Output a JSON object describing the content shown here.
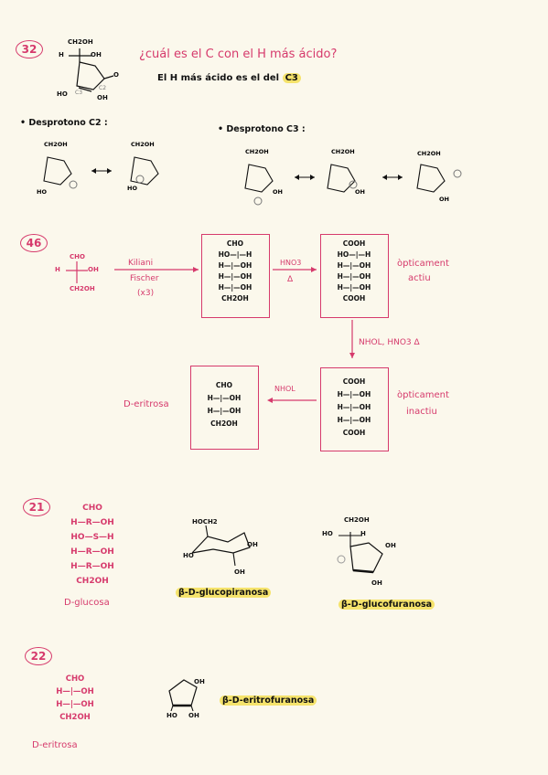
{
  "p32": {
    "number": "32",
    "question": "¿cuál es el C con el H más ácido?",
    "answer_prefix": "El H más ácido es el del",
    "answer_highlight": "C3",
    "mol_labels": {
      "ch2oh": "CH2OH",
      "h": "H",
      "oh": "OH",
      "ho": "HO",
      "c2": "C2",
      "c3": "C3",
      "o": "O"
    },
    "deprot_c2": "• Desprotono C2 :",
    "deprot_c3": "• Desprotono C3 :"
  },
  "p46": {
    "number": "46",
    "start": {
      "top": "CHO",
      "left": "H",
      "right": "OH",
      "bottom": "CH2OH"
    },
    "arrow1_label": [
      "Kiliani",
      "Fischer",
      "(x3)"
    ],
    "box1": [
      "CHO",
      "HO—|—H",
      "H—|—OH",
      "H—|—OH",
      "H—|—OH",
      "CH2OH"
    ],
    "arrow2_label": [
      "HNO3",
      "Δ"
    ],
    "box2": [
      "COOH",
      "HO—|—H",
      "H—|—OH",
      "H—|—OH",
      "H—|—OH",
      "COOH"
    ],
    "box2_note": [
      "òpticament",
      "actiu"
    ],
    "arrow3_label": "NHOL, HNO3 Δ",
    "box3": [
      "COOH",
      "H—|—OH",
      "H—|—OH",
      "H—|—OH",
      "COOH"
    ],
    "box3_note": [
      "òpticament",
      "inactiu"
    ],
    "arrow4_label": "NHOL",
    "box4": [
      "CHO",
      "H—|—OH",
      "H—|—OH",
      "CH2OH"
    ],
    "box4_name": "D-eritrosa"
  },
  "p21": {
    "number": "21",
    "fischer": [
      "CHO",
      "H—R—OH",
      "HO—S—H",
      "H—R—OH",
      "H—R—OH",
      "CH2OH"
    ],
    "fischer_name": "D-glucosa",
    "pyranose_labels": {
      "hoch2": "HOCH2",
      "ho": "HO",
      "oh": "OH"
    },
    "pyranose_name": "β-D-glucopiranosa",
    "furanose_labels": {
      "ch2oh": "CH2OH",
      "ho": "HO",
      "h": "H",
      "oh": "OH"
    },
    "furanose_name": "β-D-glucofuranosa"
  },
  "p22": {
    "number": "22",
    "fischer": [
      "CHO",
      "H—|—OH",
      "H—|—OH",
      "CH2OH"
    ],
    "fischer_name": "D-eritrosa",
    "ring_labels": {
      "oh": "OH",
      "ho": "HO"
    },
    "ring_name": "β-D-eritrofuranosa"
  },
  "colors": {
    "accent": "#d63a6c",
    "highlight": "#f5e36c",
    "paper": "#fbf8ec"
  }
}
